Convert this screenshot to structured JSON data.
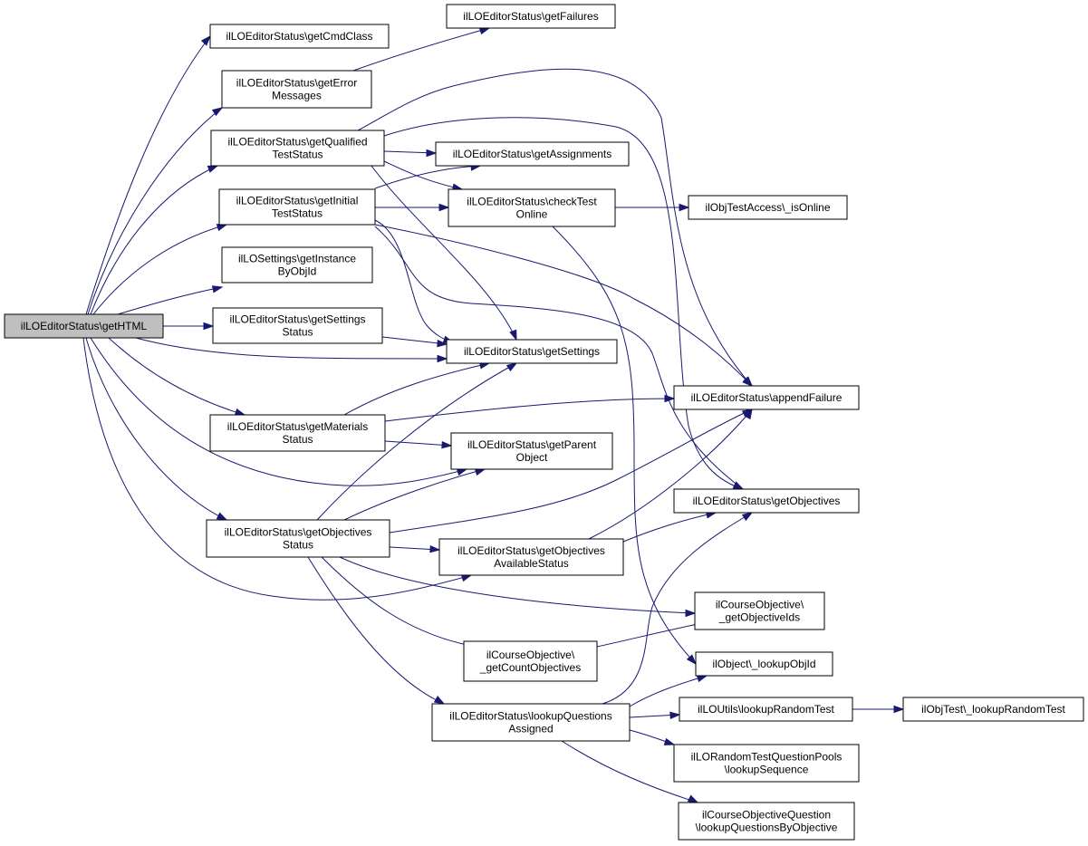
{
  "nodes": {
    "getHTML": [
      "ilLOEditorStatus\\getHTML"
    ],
    "getCmdClass": [
      "ilLOEditorStatus\\getCmdClass"
    ],
    "getErrorMessages": [
      "ilLOEditorStatus\\getError",
      "Messages"
    ],
    "getQualifiedTestStatus": [
      "ilLOEditorStatus\\getQualified",
      "TestStatus"
    ],
    "getInitialTestStatus": [
      "ilLOEditorStatus\\getInitial",
      "TestStatus"
    ],
    "getInstanceByObjId": [
      "ilLOSettings\\getInstance",
      "ByObjId"
    ],
    "getSettingsStatus": [
      "ilLOEditorStatus\\getSettings",
      "Status"
    ],
    "getMaterialsStatus": [
      "ilLOEditorStatus\\getMaterials",
      "Status"
    ],
    "getObjectivesStatus": [
      "ilLOEditorStatus\\getObjectives",
      "Status"
    ],
    "getFailures": [
      "ilLOEditorStatus\\getFailures"
    ],
    "getAssignments": [
      "ilLOEditorStatus\\getAssignments"
    ],
    "checkTestOnline": [
      "ilLOEditorStatus\\checkTest",
      "Online"
    ],
    "getSettings": [
      "ilLOEditorStatus\\getSettings"
    ],
    "getParentObject": [
      "ilLOEditorStatus\\getParent",
      "Object"
    ],
    "getObjectivesAvailableStatus": [
      "ilLOEditorStatus\\getObjectives",
      "AvailableStatus"
    ],
    "getCountObjectives": [
      "ilCourseObjective\\",
      "_getCountObjectives"
    ],
    "lookupQuestionsAssigned": [
      "ilLOEditorStatus\\lookupQuestions",
      "Assigned"
    ],
    "isOnline": [
      "ilObjTestAccess\\_isOnline"
    ],
    "appendFailure": [
      "ilLOEditorStatus\\appendFailure"
    ],
    "getObjectives": [
      "ilLOEditorStatus\\getObjectives"
    ],
    "getObjectiveIds": [
      "ilCourseObjective\\",
      "_getObjectiveIds"
    ],
    "lookupObjId": [
      "ilObject\\_lookupObjId"
    ],
    "lookupRandomTest": [
      "ilLOUtils\\lookupRandomTest"
    ],
    "lookupSequence": [
      "ilLORandomTestQuestionPools",
      "\\lookupSequence"
    ],
    "lookupQuestionsByObjective": [
      "ilCourseObjectiveQuestion",
      "\\lookupQuestionsByObjective"
    ],
    "objTestLookupRandomTest": [
      "ilObjTest\\_lookupRandomTest"
    ]
  },
  "colors": {
    "edge": "#191970",
    "root_fill": "#bfbfbf",
    "node_fill": "#ffffff",
    "node_stroke": "#000000"
  }
}
